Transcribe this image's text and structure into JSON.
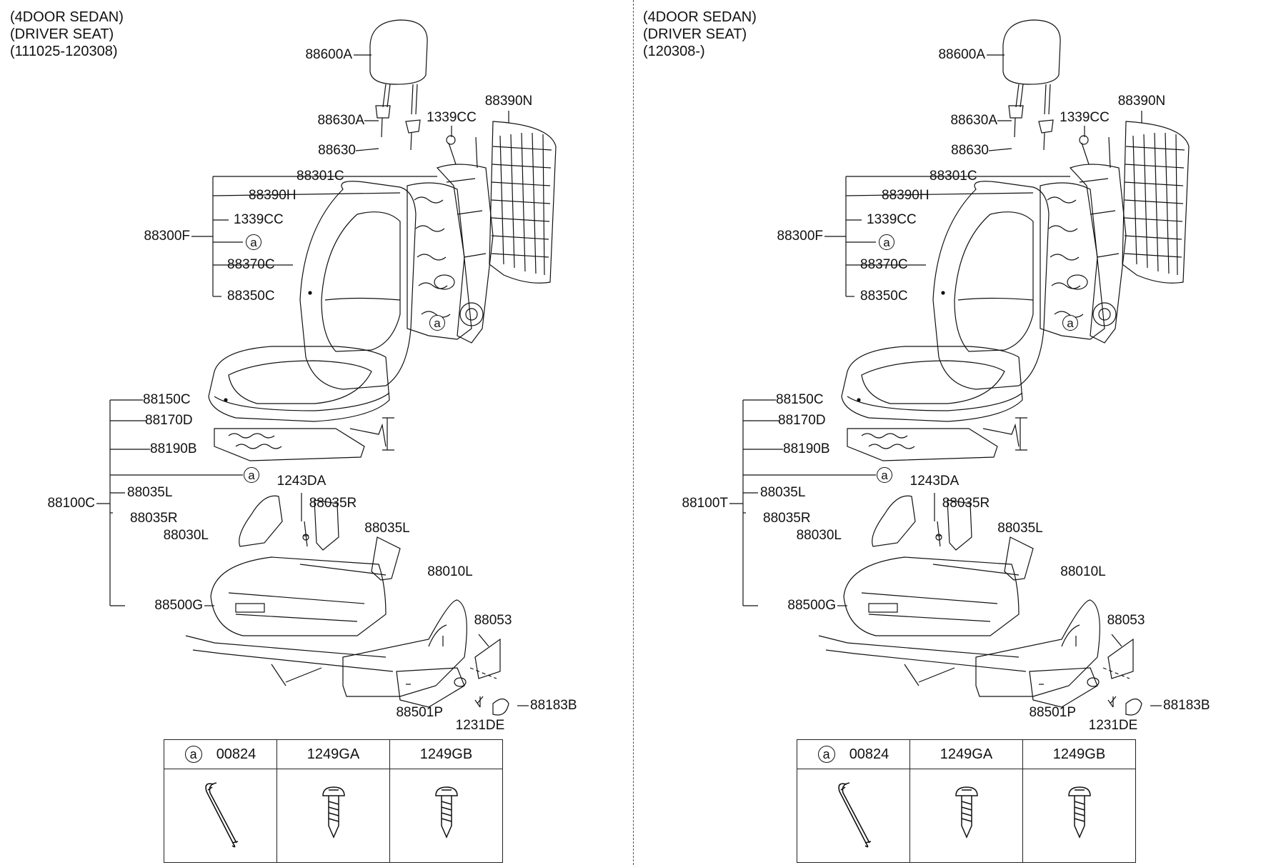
{
  "panels": [
    {
      "header": [
        "(4DOOR SEDAN)",
        "(DRIVER SEAT)",
        "(111025-120308)"
      ],
      "labels": {
        "l88600A": "88600A",
        "l88630A": "88630A",
        "l88630": "88630",
        "l1339CC_top": "1339CC",
        "l88390N": "88390N",
        "l88301C": "88301C",
        "l88390H": "88390H",
        "l1339CC": "1339CC",
        "l88300F": "88300F",
        "l88370C": "88370C",
        "l88350C": "88350C",
        "l88150C": "88150C",
        "l88170D": "88170D",
        "l88190B": "88190B",
        "l88100": "88100C",
        "l1243DA": "1243DA",
        "l88035L_a": "88035L",
        "l88035R_b": "88035R",
        "l88035R": "88035R",
        "l88030L": "88030L",
        "l88035L": "88035L",
        "l88010L": "88010L",
        "l88500G": "88500G",
        "l88053": "88053",
        "l88501P": "88501P",
        "l1231DE": "1231DE",
        "l88183B": "88183B"
      },
      "callout": "a",
      "parts_table": [
        "00824",
        "1249GA",
        "1249GB"
      ]
    },
    {
      "header": [
        "(4DOOR SEDAN)",
        "(DRIVER SEAT)",
        "(120308-)"
      ],
      "labels": {
        "l88600A": "88600A",
        "l88630A": "88630A",
        "l88630": "88630",
        "l1339CC_top": "1339CC",
        "l88390N": "88390N",
        "l88301C": "88301C",
        "l88390H": "88390H",
        "l1339CC": "1339CC",
        "l88300F": "88300F",
        "l88370C": "88370C",
        "l88350C": "88350C",
        "l88150C": "88150C",
        "l88170D": "88170D",
        "l88190B": "88190B",
        "l88100": "88100T",
        "l1243DA": "1243DA",
        "l88035L_a": "88035L",
        "l88035R_b": "88035R",
        "l88035R": "88035R",
        "l88030L": "88030L",
        "l88035L": "88035L",
        "l88010L": "88010L",
        "l88500G": "88500G",
        "l88053": "88053",
        "l88501P": "88501P",
        "l1231DE": "1231DE",
        "l88183B": "88183B"
      },
      "callout": "a",
      "parts_table": [
        "00824",
        "1249GA",
        "1249GB"
      ]
    }
  ]
}
